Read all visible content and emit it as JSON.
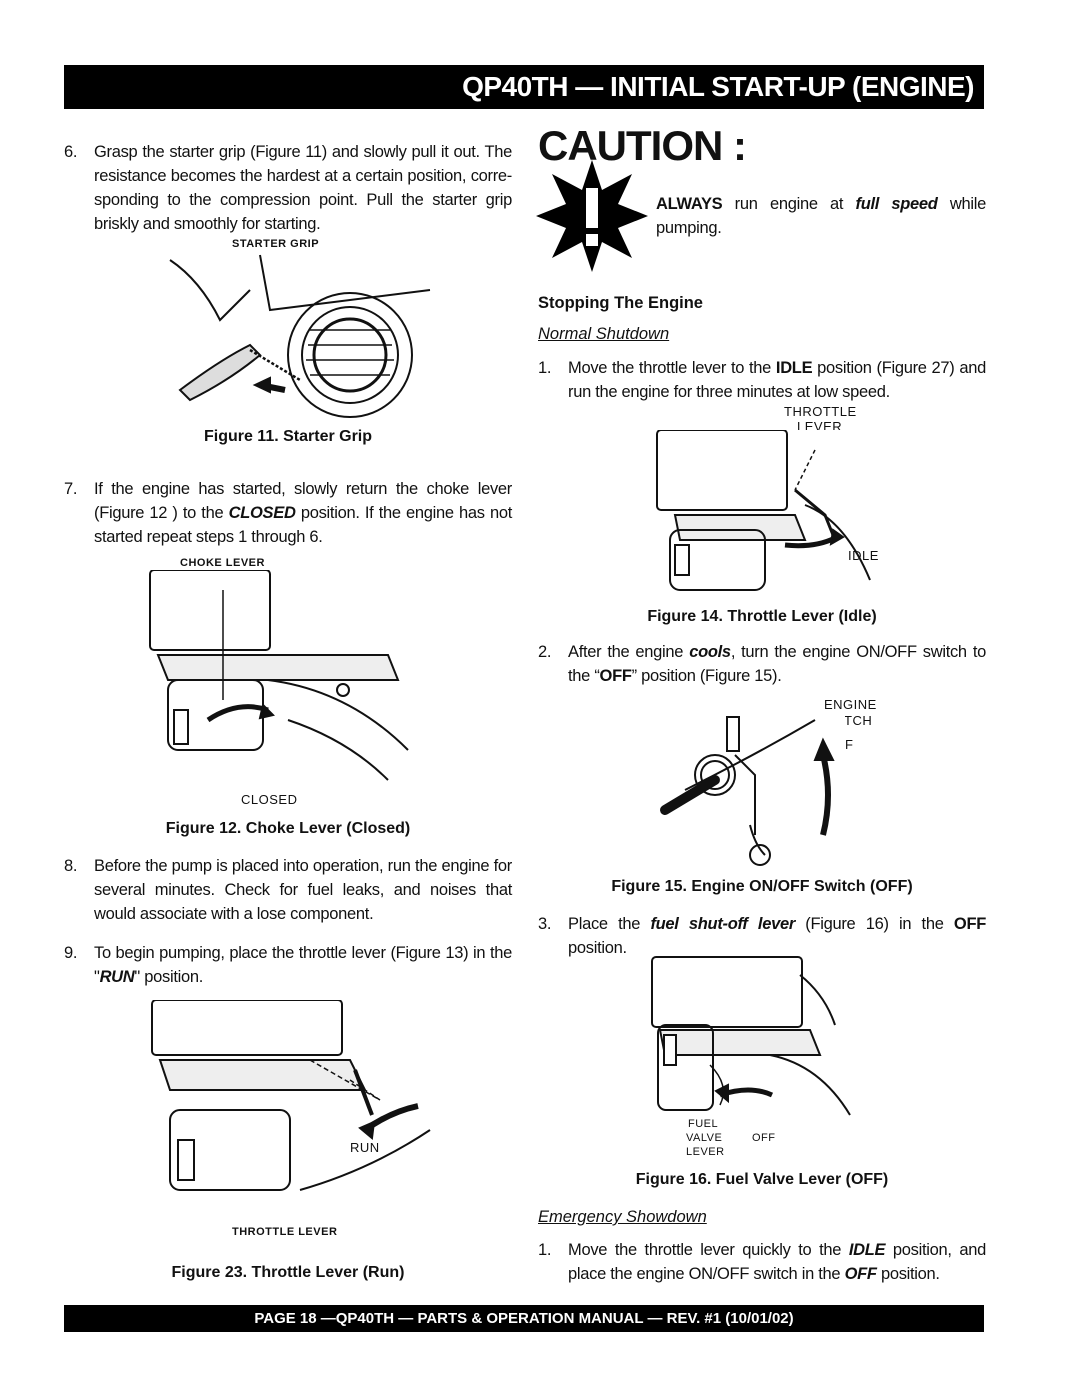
{
  "header": {
    "title": "QP40TH — INITIAL START-UP (ENGINE)"
  },
  "left": {
    "step6": {
      "num": "6.",
      "text": "Grasp the starter grip (Figure 11) and slowly pull it out. The resistance becomes the hardest at a certain position, corre-sponding to the compression point. Pull the starter grip briskly and smoothly for starting."
    },
    "fig11": {
      "label": "STARTER GRIP",
      "caption": "Figure 11. Starter Grip"
    },
    "step7": {
      "num": "7.",
      "pre": "If the engine has started, slowly return the choke lever (Figure 12 ) to the ",
      "em": "CLOSED",
      "post": " position. If the engine has not started repeat steps 1 through 6."
    },
    "fig12": {
      "label": "CHOKE LEVER",
      "label2": "CLOSED",
      "caption": "Figure 12. Choke Lever (Closed)"
    },
    "step8": {
      "num": "8.",
      "text": "Before the pump is placed into operation, run the engine for several minutes. Check for fuel leaks, and noises that would associate with a lose component."
    },
    "step9": {
      "num": "9.",
      "pre": "To begin pumping, place the throttle lever (Figure 13) in the \"",
      "em": "RUN",
      "post": "\" position."
    },
    "fig23": {
      "label": "RUN",
      "label2": "THROTTLE LEVER",
      "caption": "Figure 23. Throttle Lever (Run)"
    }
  },
  "right": {
    "caution": {
      "title": "CAUTION :",
      "strong": "ALWAYS",
      "mid": " run engine at ",
      "em": "full speed",
      "post": " while pumping."
    },
    "stopping": {
      "heading": "Stopping The Engine",
      "normal": "Normal Shutdown"
    },
    "step1": {
      "num": "1.",
      "pre": "Move the throttle lever to the ",
      "strong": "IDLE",
      "post": " position (Figure 27) and run the engine for three minutes at low speed."
    },
    "fig14": {
      "label1": "THROTTLE",
      "label2": "LEVER",
      "label3": "IDLE",
      "caption": "Figure 14. Throttle Lever (Idle)"
    },
    "step2": {
      "num": "2.",
      "pre": "After the engine ",
      "em": "cools",
      "mid": ", turn the engine ON/OFF switch to the “",
      "strong": "OFF",
      "post": "” position (Figure 15)."
    },
    "fig15": {
      "label1": "ENGINE",
      "label2": "SWITCH",
      "label3": "OFF",
      "caption": "Figure 15.  Engine ON/OFF Switch (OFF)"
    },
    "step3": {
      "num": "3.",
      "pre": "Place the ",
      "em": "fuel shut-off  lever",
      "mid": " (Figure 16)  in the ",
      "strong": "OFF",
      "post": " position."
    },
    "fig16": {
      "label1": "FUEL",
      "label2": "VALVE",
      "label3": "LEVER",
      "label4": "OFF",
      "caption": "Figure 16. Fuel Valve Lever (OFF)"
    },
    "emergency": {
      "heading": "Emergency Showdown"
    },
    "estep1": {
      "num": "1.",
      "pre": "Move the throttle lever quickly to the ",
      "em": "IDLE",
      "mid": " position, and place the engine ON/OFF switch in the ",
      "em2": "OFF",
      "post": " position."
    }
  },
  "footer": {
    "text": "PAGE 18 —QP40TH — PARTS & OPERATION MANUAL — REV. #1 (10/01/02)"
  }
}
